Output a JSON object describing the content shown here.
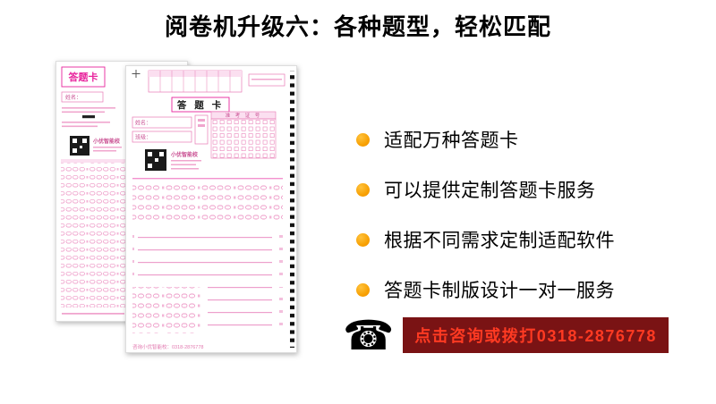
{
  "title": "阅卷机升级六：各种题型，轻松匹配",
  "features": [
    {
      "label": "适配万种答题卡"
    },
    {
      "label": "可以提供定制答题卡服务"
    },
    {
      "label": "根据不同需求定制适配软件"
    },
    {
      "label": "答题卡制版设计一对一服务"
    }
  ],
  "contact": {
    "phone_icon": "☎",
    "label": "点击咨询或拨打0318-2876778"
  },
  "sheets": {
    "back": {
      "title": "答题卡",
      "name_label": "姓名：",
      "brand": "小优智能校"
    },
    "front": {
      "title": "答 题 卡",
      "name_label": "姓名：",
      "class_label": "班级：",
      "exam_no_label": "准 考 证 号",
      "brand": "小优智能校",
      "footer": "咨询小优智能校：0318-2876778"
    }
  },
  "colors": {
    "sheet_pink": "#e8259d",
    "bullet_orange": "#f79f00",
    "banner_background": "#7a1314",
    "banner_text": "#ff3a22"
  }
}
